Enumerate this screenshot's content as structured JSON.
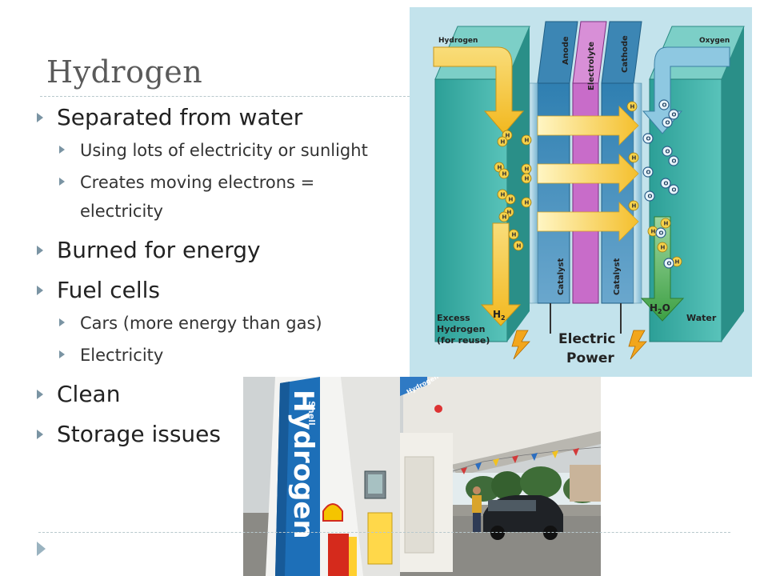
{
  "slide": {
    "title": "Hydrogen",
    "bullets": [
      {
        "text": "Separated from water",
        "subs": [
          "Using lots of electricity or sunlight",
          "Creates moving electrons = electricity"
        ]
      },
      {
        "text": "Burned for energy",
        "subs": []
      },
      {
        "text": "Fuel cells",
        "subs": [
          "Cars (more energy than gas)",
          "Electricity"
        ]
      },
      {
        "text": "Clean",
        "subs": []
      },
      {
        "text": "Storage issues",
        "subs": []
      }
    ]
  },
  "diagram": {
    "hydrogen_label": "Hydrogen",
    "oxygen_label": "Oxygen",
    "anode_label": "Anode",
    "electrolyte_label": "Electrolyte",
    "cathode_label": "Cathode",
    "catalyst_left": "Catalyst",
    "catalyst_right": "Catalyst",
    "h2_label": "H",
    "h2_sub": "2",
    "h2o_label": "H",
    "h2o_sub": "2",
    "h2o_tail": "O",
    "water_label": "Water",
    "excess_line1": "Excess",
    "excess_line2": "Hydrogen",
    "excess_line3": "(for reuse)",
    "power_line1": "Electric",
    "power_line2": "Power",
    "atom_h": "H",
    "atom_o": "O"
  },
  "photo": {
    "pump_brand": "Shell",
    "pump_sign": "Hydrogen",
    "pump_sign_small": "Hydrogen"
  },
  "colors": {
    "title": "#5a5a5a",
    "bullet_marker": "#7a94a3",
    "diagram_bg": "#c3e3ec",
    "plate_teal": "#3fb1a9",
    "arrow_yellow": "#f3c33c",
    "arrow_green": "#4cae4c",
    "electrolyte": "#c86cc9",
    "anode_blue": "#4d8fb5",
    "sign_blue": "#1d6fb8"
  },
  "icons": [
    "bullet-triangle-icon",
    "nav-arrow-icon",
    "lightning-icon"
  ]
}
